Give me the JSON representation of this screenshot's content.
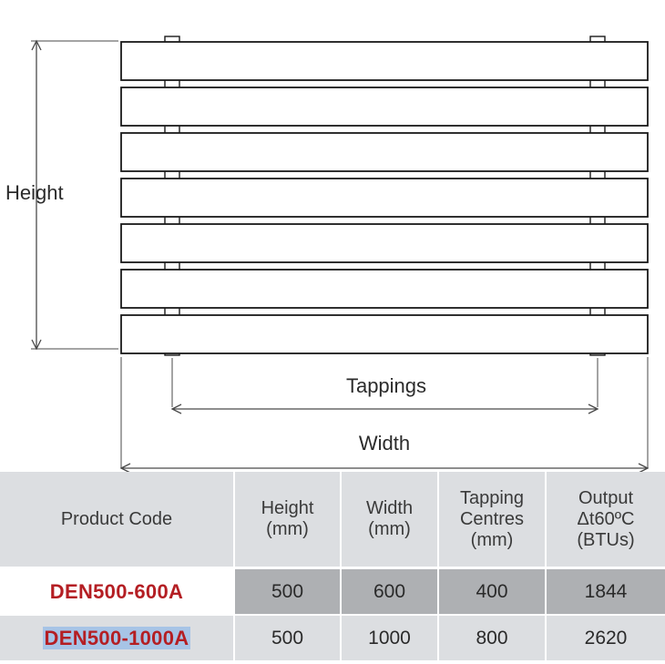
{
  "diagram": {
    "bar_count": 7,
    "labels": {
      "height": "Height",
      "tappings": "Tappings",
      "width": "Width"
    },
    "colors": {
      "outline": "#1a1a1a",
      "dimension_line": "#4a4a4a"
    }
  },
  "table": {
    "headers": [
      "Product Code",
      "Height\n(mm)",
      "Width\n(mm)",
      "Tapping\nCentres\n(mm)",
      "Output\nΔt60ºC\n(BTUs)"
    ],
    "rows": [
      {
        "code": "DEN500-600A",
        "height": "500",
        "width": "600",
        "tapping_centres": "400",
        "output": "1844"
      },
      {
        "code": "DEN500-1000A",
        "height": "500",
        "width": "1000",
        "tapping_centres": "800",
        "output": "2620"
      }
    ],
    "colors": {
      "code_text": "#b41e23",
      "header_bg": "#dcdee1",
      "row_dark_bg": "#aeb0b3",
      "row_light_bg": "#dcdee1",
      "code_highlight_bg": "#a7c4e6"
    }
  }
}
